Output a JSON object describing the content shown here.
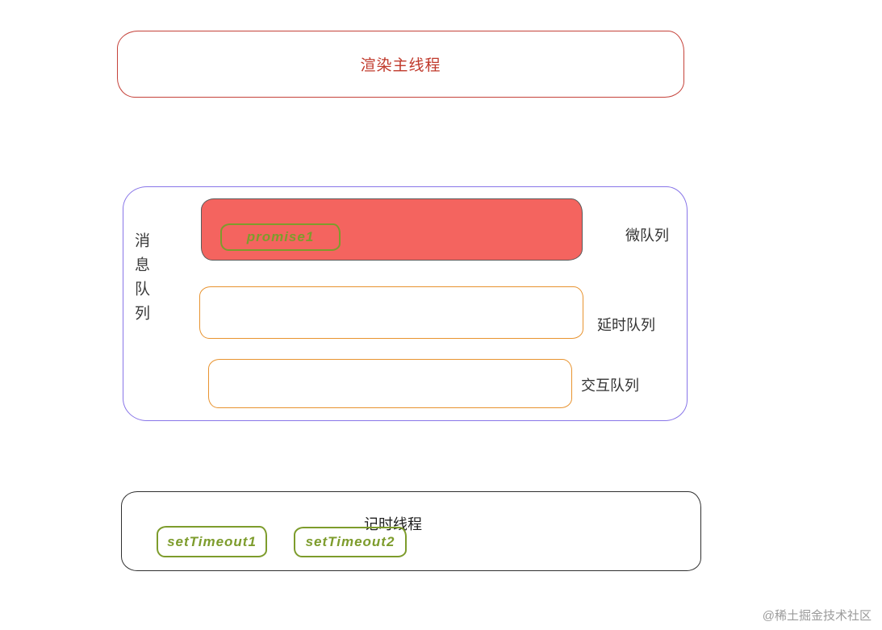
{
  "main_thread": {
    "label": "渲染主线程",
    "border_color": "#c5423a",
    "text_color": "#c0392b"
  },
  "message_queue": {
    "label_vertical": "消息队列",
    "border_color": "#8875e8",
    "micro_queue": {
      "label": "微队列",
      "fill_color": "#f4645f",
      "items": [
        {
          "label": "promise1",
          "color": "#7d9c2c"
        }
      ]
    },
    "delay_queue": {
      "label": "延时队列",
      "border_color": "#e8932f"
    },
    "interaction_queue": {
      "label": "交互队列",
      "border_color": "#e8932f"
    }
  },
  "timer_thread": {
    "label": "记时线程",
    "border_color": "#2f2f2f",
    "items": [
      {
        "label": "setTimeout1",
        "color": "#7d9c2c"
      },
      {
        "label": "setTimeout2",
        "color": "#7d9c2c"
      }
    ]
  },
  "watermark": {
    "label": "@稀土掘金技术社区",
    "color": "#9b9b9b"
  }
}
